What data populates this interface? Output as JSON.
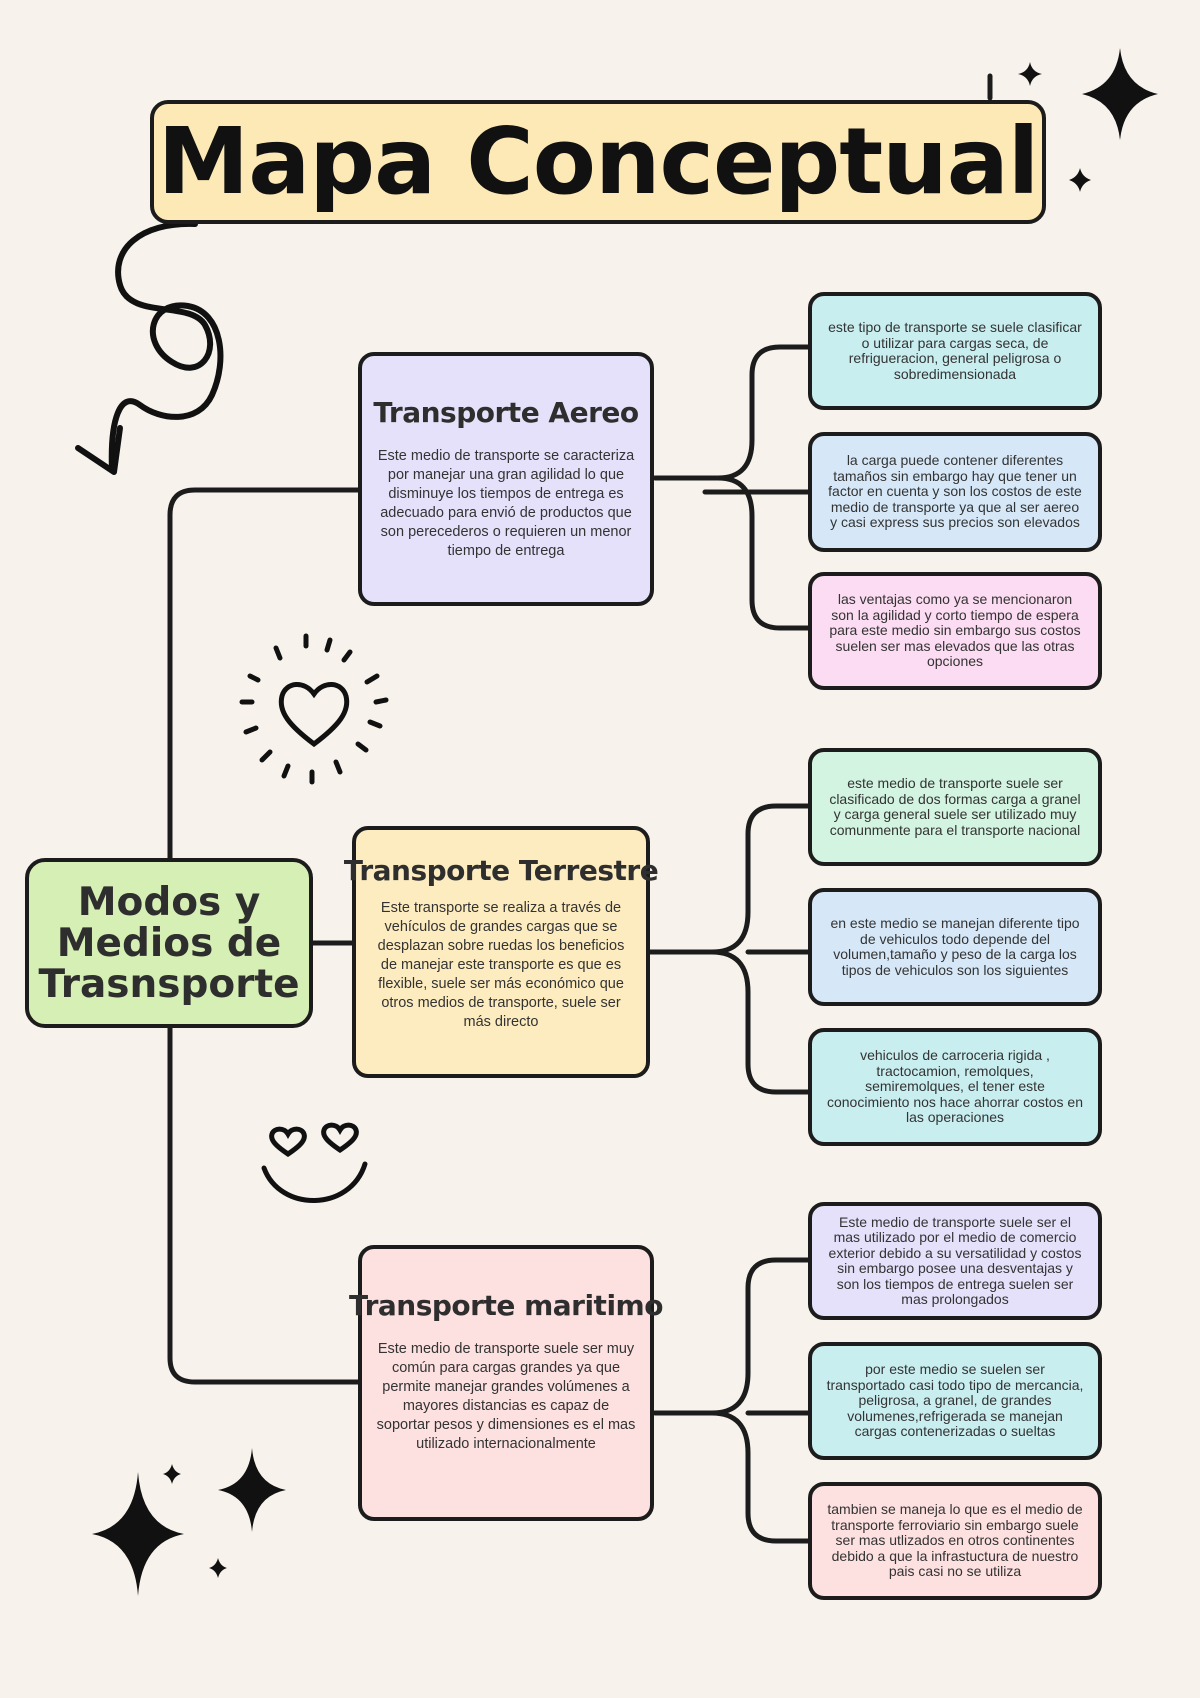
{
  "title": "Mapa Conceptual",
  "root": "Modos y\nMedios de\nTrasnsporte",
  "colors": {
    "background": "#f7f3ec",
    "title": "#fde9b6",
    "root": "#d6efb4",
    "outline": "#1c1c1c"
  },
  "branches": [
    {
      "title": "Transporte Aereo",
      "body": "Este medio de transporte se caracteriza por manejar una gran agilidad lo que disminuye los tiempos de entrega es adecuado para envió de productos que son perecederos o requieren un menor tiempo de entrega",
      "color": "#e6e1fb",
      "details": [
        {
          "text": "este tipo de transporte se suele clasificar o utilizar para cargas seca, de refrigueracion, general peligrosa o sobredimensionada",
          "color": "#c9eef0"
        },
        {
          "text": "la carga puede contener diferentes tamaños sin embargo hay que tener un factor en cuenta y son los costos de este medio de transporte ya que al ser aereo y casi express sus precios son elevados",
          "color": "#d6e8f8"
        },
        {
          "text": "las ventajas como ya se mencionaron son la agilidad y corto tiempo de espera para este medio sin embargo sus costos suelen ser mas elevados que las otras opciones",
          "color": "#fbdcf2"
        }
      ]
    },
    {
      "title": "Transporte Terrestre",
      "body": "Este transporte se realiza a través de vehículos de grandes cargas que se desplazan sobre ruedas los beneficios de manejar este transporte es que es flexible, suele ser más económico que otros medios de transporte, suele ser más directo",
      "color": "#fdecbf",
      "details": [
        {
          "text": "este medio de transporte suele ser clasificado de dos formas carga a granel y carga general suele ser utilizado muy comunmente para el transporte nacional",
          "color": "#d3f4e0"
        },
        {
          "text": "en este medio se manejan diferente tipo de vehiculos todo depende del volumen,tamaño y peso de la carga los tipos de vehiculos son los siguientes",
          "color": "#d6e8f8"
        },
        {
          "text": "vehiculos de carroceria rigida , tractocamion, remolques, semiremolques, el tener este conocimiento nos hace ahorrar costos en las operaciones",
          "color": "#c9eef0"
        }
      ]
    },
    {
      "title": "Transporte maritimo",
      "body": "Este medio de transporte suele ser muy común para cargas grandes ya que permite manejar grandes volúmenes a mayores distancias es capaz de soportar pesos y dimensiones es el mas utilizado internacionalmente",
      "color": "#fde0e0",
      "details": [
        {
          "text": "Este medio de transporte suele ser el mas utilizado por el medio de comercio exterior debido a su versatilidad y costos sin embargo posee una desventajas y son los tiempos de entrega suelen ser mas prolongados",
          "color": "#e6e1fb"
        },
        {
          "text": "por este medio se suelen ser transportado casi todo tipo de mercancia, peligrosa, a granel, de grandes volumenes,refrigerada se manejan cargas contenerizadas o sueltas",
          "color": "#c9eef0"
        },
        {
          "text": "tambien se maneja lo que es el medio de transporte ferroviario sin embargo suele ser mas utlizados en otros continentes debido a que la infrastuctura de nuestro pais casi no se utiliza",
          "color": "#fde0e0"
        }
      ]
    }
  ],
  "decorations": [
    "sparkle-icon",
    "swirl-arrow-icon",
    "heart-sun-icon",
    "heart-eyes-smiley-icon"
  ]
}
